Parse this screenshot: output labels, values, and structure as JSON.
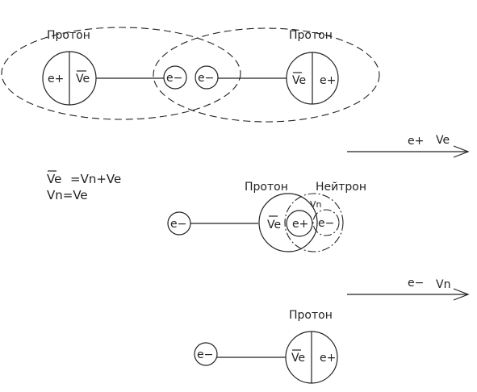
{
  "panel1": {
    "left_label": "Протон",
    "right_label": "Протон",
    "left_positron": "e+",
    "left_antineutrino": "Ve",
    "electron_a": "e−",
    "electron_b": "e−",
    "right_antineutrino": "Ve",
    "right_positron": "e+",
    "arrow_label_particle": "e+",
    "arrow_label_neutrino": "Ve"
  },
  "equations": {
    "line1_symbol": "Ve",
    "line1_rest": "=Vn+Ve",
    "line2": "Vn=Ve"
  },
  "panel2": {
    "proton_label": "Протон",
    "neutron_label": "Нейтрон",
    "electron": "e−",
    "antineutrino": "Ve",
    "positron": "e+",
    "neutron_electron": "e−",
    "vn_label": "Vn",
    "arrow_label_particle": "e−",
    "arrow_label_neutrino": "Vn"
  },
  "panel3": {
    "proton_label": "Протон",
    "electron": "e−",
    "antineutrino": "Ve",
    "positron": "e+"
  }
}
